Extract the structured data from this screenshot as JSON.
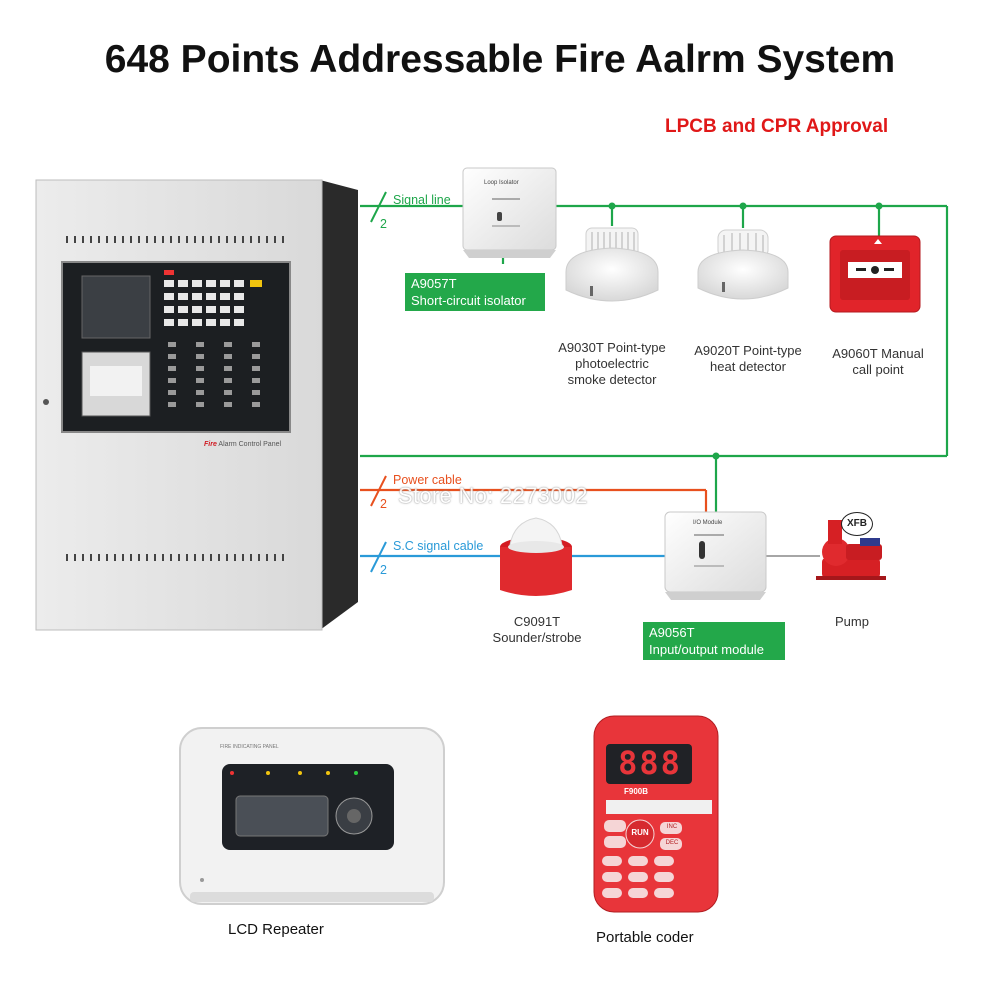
{
  "title": "648 Points Addressable Fire Aalrm System",
  "approval": "LPCB and CPR Approval",
  "panel": {
    "label_brand": "Fire",
    "label_rest": "Alarm Control Panel"
  },
  "wires": {
    "signal": {
      "label": "Signal line",
      "count": "2",
      "color": "#1ea64a"
    },
    "power": {
      "label": "Power cable",
      "count": "2",
      "color": "#e8501e"
    },
    "sc": {
      "label": "S.C signal cable",
      "count": "2",
      "color": "#2a9ad8"
    }
  },
  "devices": {
    "isolator": {
      "code": "A9057T",
      "name": "Short-circuit isolator",
      "face_text": "Loop Isolator"
    },
    "smoke": {
      "line1": "A9030T Point-type",
      "line2": "photoelectric",
      "line3": "smoke detector"
    },
    "heat": {
      "line1": "A9020T Point-type",
      "line2": "heat detector"
    },
    "callpoint": {
      "line1": "A9060T Manual",
      "line2": "call point"
    },
    "sounder": {
      "line1": "C9091T",
      "line2": "Sounder/strobe"
    },
    "io": {
      "code": "A9056T",
      "name": "Input/output module",
      "face_text": "I/O Module"
    },
    "pump": {
      "line1": "Pump",
      "badge": "XFB"
    }
  },
  "watermark": "Store No: 2273002",
  "repeater": {
    "caption": "LCD  Repeater",
    "panel_text": "FIRE INDICATING PANEL"
  },
  "coder": {
    "caption": "Portable coder",
    "display": "888",
    "brand": "F900B",
    "run_label": "RUN",
    "inc_label": "INC",
    "dec_label": "DEC"
  },
  "colors": {
    "green_box": "#23a84a",
    "title_red": "#e01818"
  }
}
